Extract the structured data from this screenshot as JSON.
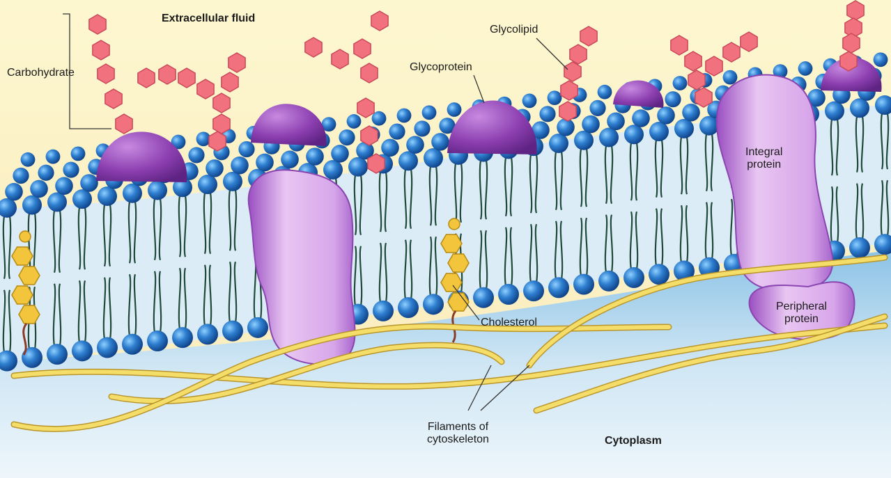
{
  "labels": {
    "extracellular_fluid": "Extracellular fluid",
    "carbohydrate": "Carbohydrate",
    "glycoprotein": "Glycoprotein",
    "glycolipid": "Glycolipid",
    "integral_protein": {
      "line1": "Integral",
      "line2": "protein"
    },
    "peripheral_protein": {
      "line1": "Peripheral",
      "line2": "protein"
    },
    "cholesterol": "Cholesterol",
    "filaments": {
      "line1": "Filaments of",
      "line2": "cytoskeleton"
    },
    "cytoplasm": "Cytoplasm"
  },
  "colors": {
    "extracellular_bg": "#fdf6c8",
    "cytoplasm_bg": "#c9e4f4",
    "phospholipid_head": "#2f7fd0",
    "protein": "#9b4fb8",
    "integral_protein": "#c98ee0",
    "carbohydrate": "#f06a7e",
    "cholesterol": "#f2c53c",
    "filament": "#f2d35a"
  }
}
